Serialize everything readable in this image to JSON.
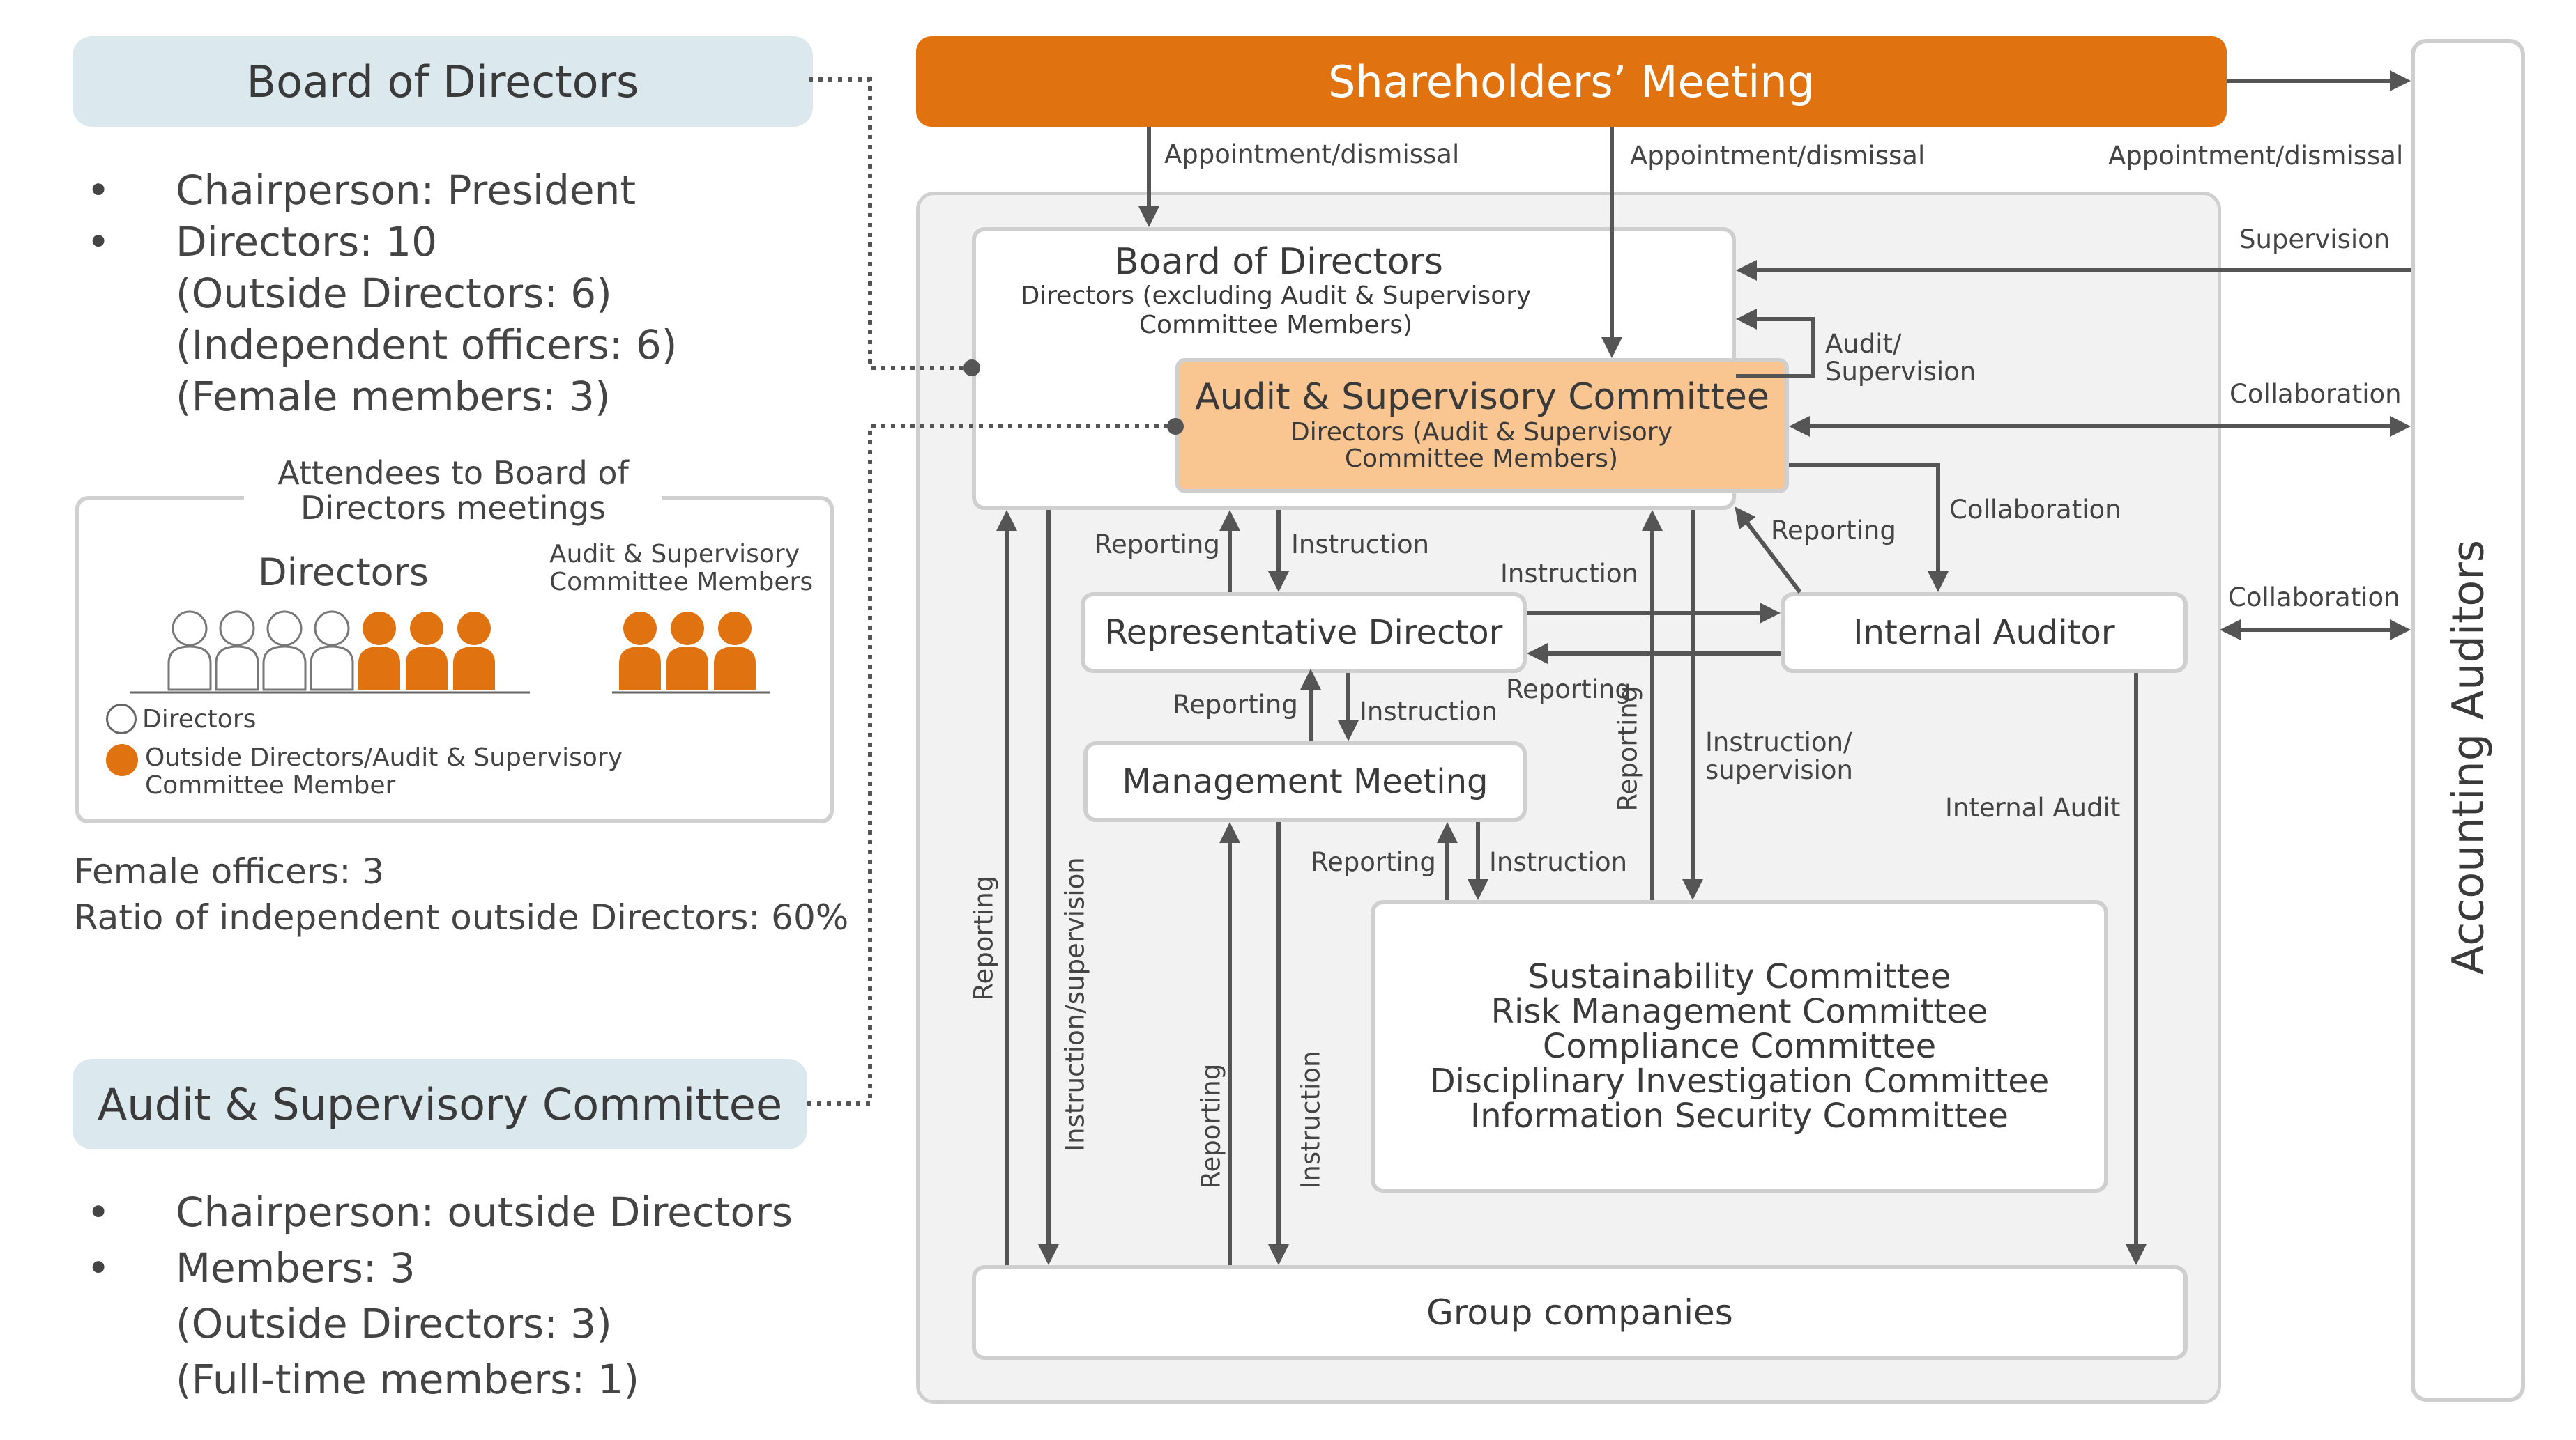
{
  "left": {
    "board_header": "Board of Directors",
    "board_bullets": [
      "Chairperson: President",
      "Directors: 10"
    ],
    "board_sub": [
      "(Outside Directors: 6)",
      "(Independent officers: 6)",
      "(Female members: 3)"
    ],
    "attendees_title": "Attendees to Board of Directors meetings",
    "directors_label": "Directors",
    "asc_members_label": "Audit & Supervisory Committee Members",
    "legend_directors": "Directors",
    "legend_outside": "Outside Directors/Audit & Supervisory Committee Member",
    "female_officers": "Female officers: 3",
    "ratio": "Ratio of independent outside Directors: 60%",
    "asc_header": "Audit & Supervisory Committee",
    "asc_bullets": [
      "Chairperson: outside Directors",
      "Members: 3"
    ],
    "asc_sub": [
      "(Outside Directors: 3)",
      "(Full-time members: 1)"
    ],
    "bullet_char": "•",
    "directors_icons": {
      "plain": 4,
      "outside": 3
    },
    "asc_icons": 3
  },
  "diagram": {
    "shareholders": "Shareholders’ Meeting",
    "board_title": "Board of Directors",
    "board_sub": "Directors (excluding Audit & Supervisory Committee Members)",
    "asc_title": "Audit & Supervisory Committee",
    "asc_sub": "Directors (Audit & Supervisory Committee Members)",
    "rep_director": "Representative Director",
    "internal_auditor": "Internal Auditor",
    "mgmt_meeting": "Management Meeting",
    "committees": [
      "Sustainability Committee",
      "Risk Management Committee",
      "Compliance Committee",
      "Disciplinary Investigation Committee",
      "Information Security Committee"
    ],
    "group_companies": "Group companies",
    "accounting_auditors": "Accounting Auditors",
    "labels": {
      "appoint1": "Appointment/dismissal",
      "appoint2": "Appointment/dismissal",
      "appoint3": "Appointment/dismissal",
      "supervision": "Supervision",
      "audit_supervision": "Audit/ Supervision",
      "collab1": "Collaboration",
      "collab2": "Collaboration",
      "collab3": "Collaboration",
      "reporting_ra": "Reporting",
      "instruction_ra": "Instruction",
      "instruction_ia": "Instruction",
      "reporting_ia": "Reporting",
      "reporting_ia_board": "Reporting",
      "reporting_mm": "Reporting",
      "instruction_mm": "Instruction",
      "reporting_cm": "Reporting",
      "instruction_cm": "Instruction",
      "reporting_v_board": "Reporting",
      "instruction_supervision_v": "Instruction/supervision",
      "reporting_v_mm": "Reporting",
      "instruction_v_mm": "Instruction",
      "reporting_v_cm": "Reporting",
      "instruction_supervision_cm": "Instruction/ supervision",
      "internal_audit": "Internal Audit"
    },
    "colors": {
      "orange": "#e07310",
      "light_orange": "#f9c590",
      "pill_blue": "#dbe9ef",
      "panel_gray": "#f2f2f2"
    }
  }
}
